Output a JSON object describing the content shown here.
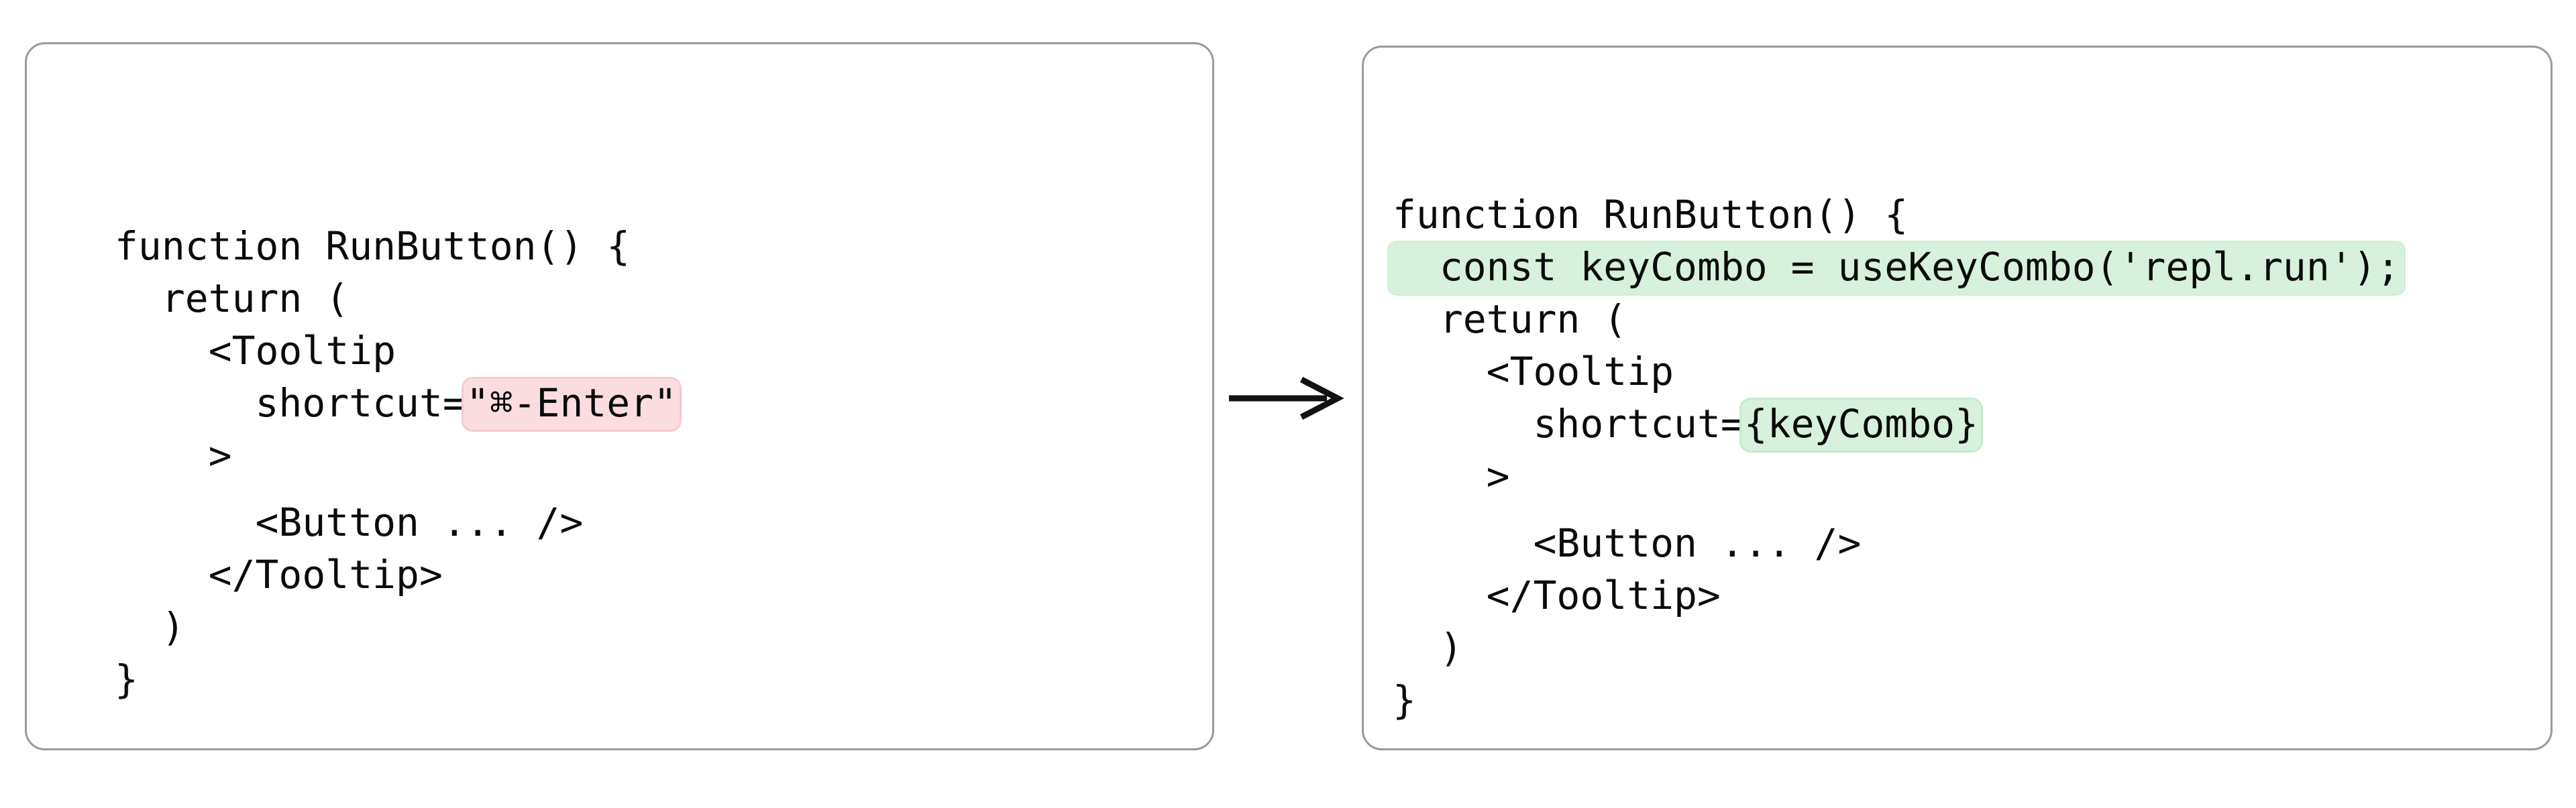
{
  "diagram": {
    "type": "before-after-code-comparison",
    "arrow": {
      "icon": "arrow-right-icon",
      "direction": "right"
    },
    "colors": {
      "panel_border": "#9a9a9a",
      "panel_background": "#ffffff",
      "code_text": "#0b0b0b",
      "highlight_removed_bg": "#fbdde0",
      "highlight_removed_border": "#f7c9ce",
      "highlight_added_bg": "#d7f1dc",
      "highlight_added_border": "#c6e9ce",
      "arrow": "#111111"
    }
  },
  "before_panel": {
    "name": "before-code-panel",
    "lines": [
      {
        "indent": 0,
        "segments": [
          {
            "text": "function RunButton() {",
            "highlight": "none"
          }
        ]
      },
      {
        "indent": 0,
        "segments": [
          {
            "text": "  return (",
            "highlight": "none"
          }
        ]
      },
      {
        "indent": 0,
        "segments": [
          {
            "text": "    <Tooltip",
            "highlight": "none"
          }
        ]
      },
      {
        "indent": 0,
        "segments": [
          {
            "text": "      shortcut=",
            "highlight": "none"
          },
          {
            "text": "\"⌘-Enter\"",
            "highlight": "removed"
          }
        ]
      },
      {
        "indent": 0,
        "segments": [
          {
            "text": "    >",
            "highlight": "none"
          }
        ]
      },
      {
        "indent": 0,
        "gap_above": true,
        "segments": [
          {
            "text": "      <Button ... />",
            "highlight": "none"
          }
        ]
      },
      {
        "indent": 0,
        "segments": [
          {
            "text": "    </Tooltip>",
            "highlight": "none"
          }
        ]
      },
      {
        "indent": 0,
        "segments": [
          {
            "text": "  )",
            "highlight": "none"
          }
        ]
      },
      {
        "indent": 0,
        "segments": [
          {
            "text": "}",
            "highlight": "none"
          }
        ]
      }
    ],
    "plain_text": "function RunButton() {\n  return (\n    <Tooltip\n      shortcut=\"⌘-Enter\"\n    >\n      <Button ... />\n    </Tooltip>\n  )\n}",
    "highlighted_text": "\"⌘-Enter\""
  },
  "after_panel": {
    "name": "after-code-panel",
    "lines": [
      {
        "indent": 0,
        "segments": [
          {
            "text": "function RunButton() {",
            "highlight": "none"
          }
        ]
      },
      {
        "indent": 0,
        "whole_line_highlight": "added",
        "segments": [
          {
            "text": "  const keyCombo = useKeyCombo('repl.run');",
            "highlight": "none"
          }
        ]
      },
      {
        "indent": 0,
        "segments": [
          {
            "text": "  return (",
            "highlight": "none"
          }
        ]
      },
      {
        "indent": 0,
        "segments": [
          {
            "text": "    <Tooltip",
            "highlight": "none"
          }
        ]
      },
      {
        "indent": 0,
        "segments": [
          {
            "text": "      shortcut=",
            "highlight": "none"
          },
          {
            "text": "{keyCombo}",
            "highlight": "added"
          }
        ]
      },
      {
        "indent": 0,
        "segments": [
          {
            "text": "    >",
            "highlight": "none"
          }
        ]
      },
      {
        "indent": 0,
        "gap_above": true,
        "segments": [
          {
            "text": "      <Button ... />",
            "highlight": "none"
          }
        ]
      },
      {
        "indent": 0,
        "segments": [
          {
            "text": "    </Tooltip>",
            "highlight": "none"
          }
        ]
      },
      {
        "indent": 0,
        "segments": [
          {
            "text": "  )",
            "highlight": "none"
          }
        ]
      },
      {
        "indent": 0,
        "segments": [
          {
            "text": "}",
            "highlight": "none"
          }
        ]
      }
    ],
    "plain_text": "function RunButton() {\n  const keyCombo = useKeyCombo('repl.run');\n  return (\n    <Tooltip\n      shortcut={keyCombo}\n    >\n      <Button ... />\n    </Tooltip>\n  )\n}",
    "highlighted_line": "const keyCombo = useKeyCombo('repl.run');",
    "highlighted_text": "{keyCombo}"
  }
}
